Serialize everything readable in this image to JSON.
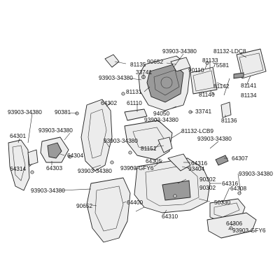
{
  "labels": {
    "p_93903_34380_top": "93903-34380",
    "p_81132_ldc8": "81132-LDC8",
    "p_81135": "81135",
    "p_90652_top": "90652",
    "p_90110": "90110",
    "p_81133": "81133",
    "p_75581": "75581",
    "p_33741_top": "33741",
    "p_93903_34380_left_top": "93903-34380",
    "p_81142": "81142",
    "p_81141": "81141",
    "p_81131": "81131",
    "p_81146": "81146",
    "p_81134": "81134",
    "p_64302": "64302",
    "p_61110": "61110",
    "p_93903_34380_left": "93903-34380",
    "p_90381": "90381",
    "p_94050": "94050",
    "p_33741_mid": "33741",
    "p_93903_34380_mid": "93903-34380",
    "p_81136": "81136",
    "p_81132_lcb9": "81132-LCB9",
    "p_64301": "64301",
    "p_93903_34380_lmid": "93903-34380",
    "p_93903_34380_center": "93903-34380",
    "p_93903_34380_right": "93903-34380",
    "p_81151": "81151",
    "p_64307": "64307",
    "p_64304": "64304",
    "p_64314": "64314",
    "p_64303": "64303",
    "p_93903_34380_lbot": "93903-34380",
    "p_93903_gfy6_mid": "93903-GFY6",
    "p_64305": "64305",
    "p_64316_a": "64316",
    "p_93404": "93404",
    "p_93903_34380_rbot": "93903-34380",
    "p_90302": "90302",
    "p_64316_b": "64316",
    "p_64308": "64308",
    "p_93903_34380_bot": "93903-34380",
    "p_90652_bot": "90652",
    "p_64400": "64400",
    "p_90302_b": "90302",
    "p_50330": "50330",
    "p_64310": "64310",
    "p_64306": "64306",
    "p_93903_gfy6_bot": "93903-GFY6"
  }
}
